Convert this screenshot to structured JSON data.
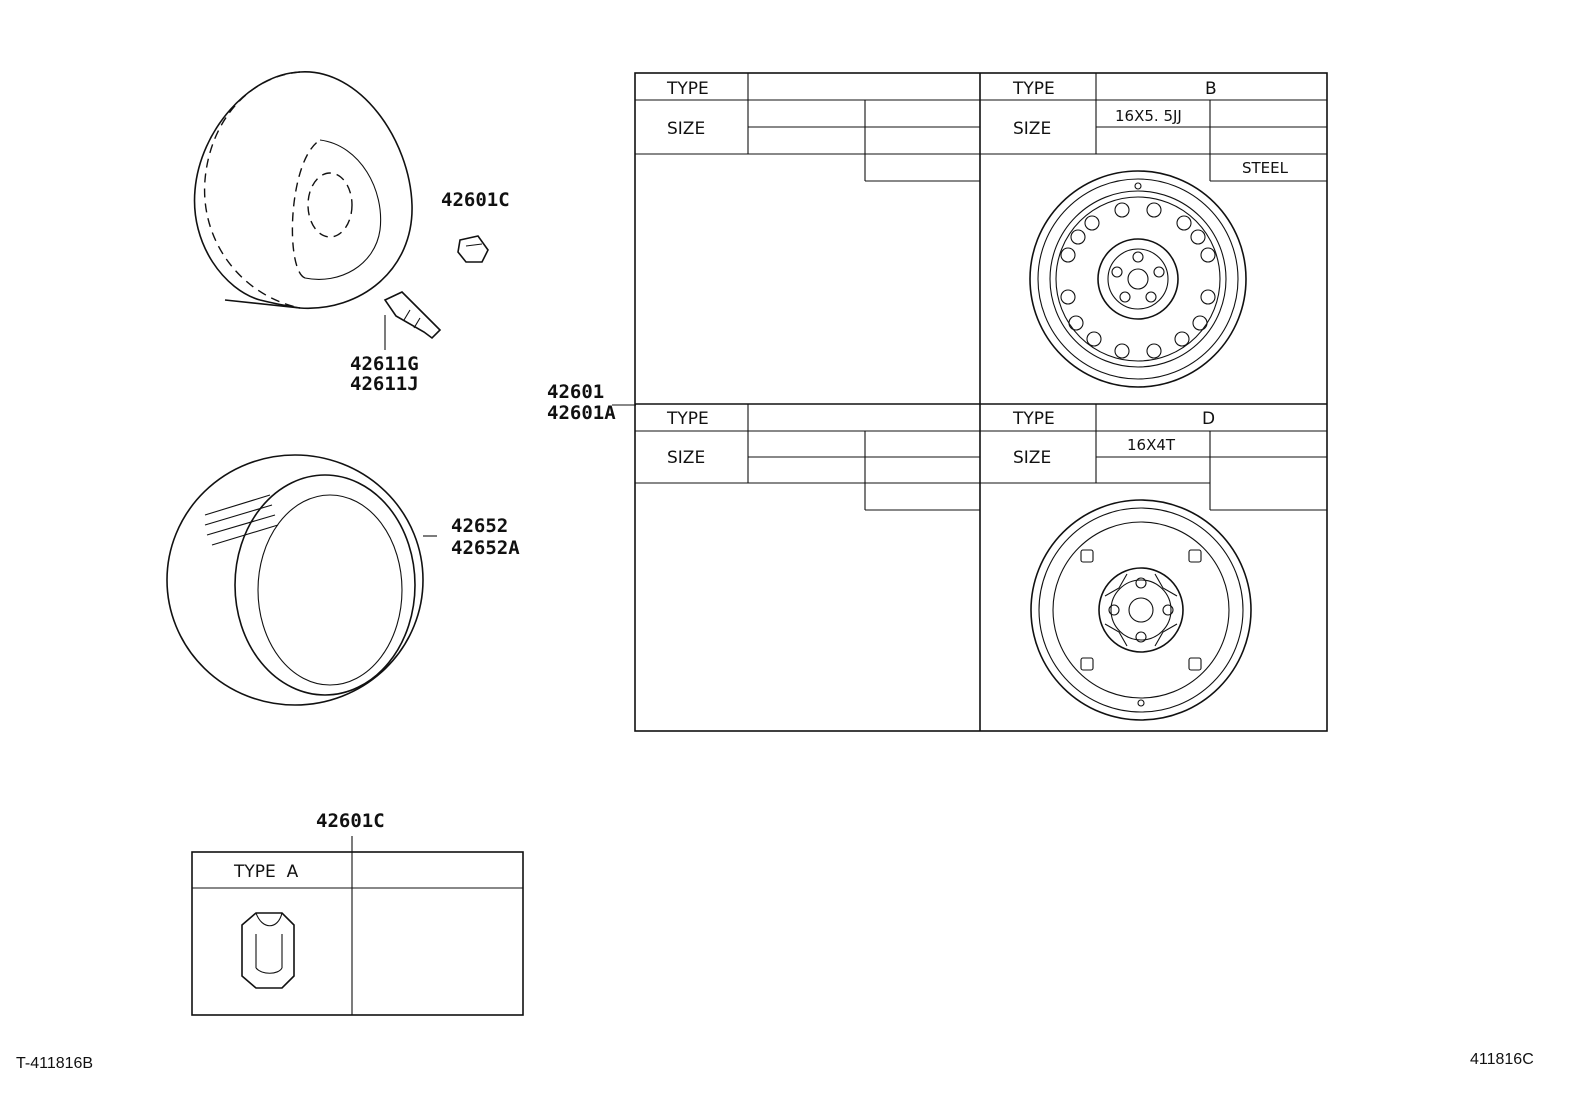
{
  "parts": {
    "nut_top": "42601C",
    "valve_1": "42611G",
    "valve_2": "42611J",
    "wheel_1": "42601",
    "wheel_2": "42601A",
    "tire_1": "42652",
    "tire_2": "42652A",
    "nut_table": "42601C"
  },
  "wheel_table": {
    "type_label": "TYPE",
    "size_label": "SIZE",
    "panel_b": {
      "type_value": "B",
      "size_value": "16X5. 5JJ",
      "material": "STEEL"
    },
    "panel_d": {
      "type_value": "D",
      "size_value": "16X4T"
    }
  },
  "nut_box": {
    "type_label": "TYPE  A"
  },
  "footer": {
    "left_code": "T-411816B",
    "right_code": "411816C"
  }
}
